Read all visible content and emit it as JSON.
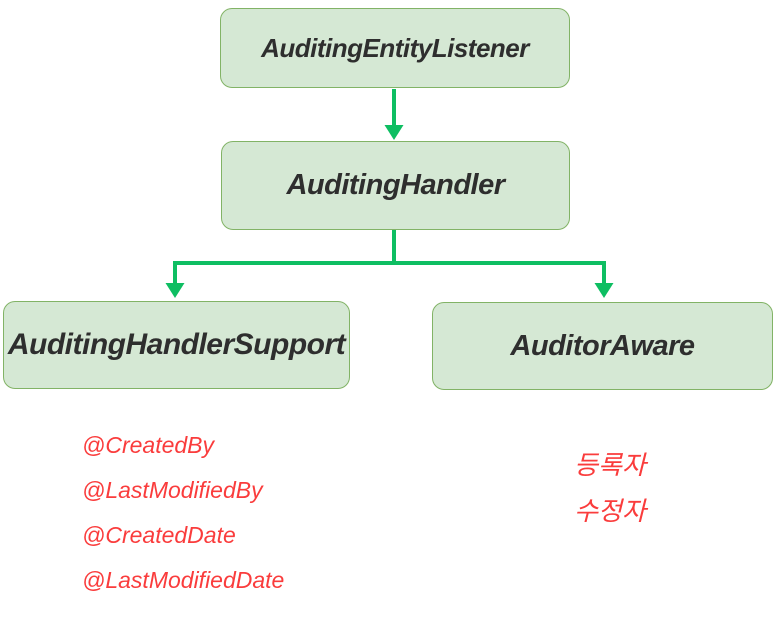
{
  "diagram": {
    "nodes": [
      {
        "id": "auditing-entity-listener",
        "label": "AuditingEntityListener"
      },
      {
        "id": "auditing-handler",
        "label": "AuditingHandler"
      },
      {
        "id": "auditing-handler-support",
        "label": "AuditingHandlerSupport"
      },
      {
        "id": "auditor-aware",
        "label": "AuditorAware"
      }
    ],
    "edges": [
      {
        "from": "auditing-entity-listener",
        "to": "auditing-handler"
      },
      {
        "from": "auditing-handler",
        "to": "auditing-handler-support"
      },
      {
        "from": "auditing-handler",
        "to": "auditor-aware"
      }
    ],
    "annotations": {
      "handler_support": [
        "@CreatedBy",
        "@LastModifiedBy",
        "@CreatedDate",
        "@LastModifiedDate"
      ],
      "auditor_aware": [
        "등록자",
        "수정자"
      ]
    },
    "colors": {
      "node_fill": "#d5e8d4",
      "node_border": "#82b366",
      "node_text": "#2e2e2e",
      "connector": "#0ebe62",
      "annotation_text": "#fa3c3c",
      "background": "#ffffff"
    }
  }
}
